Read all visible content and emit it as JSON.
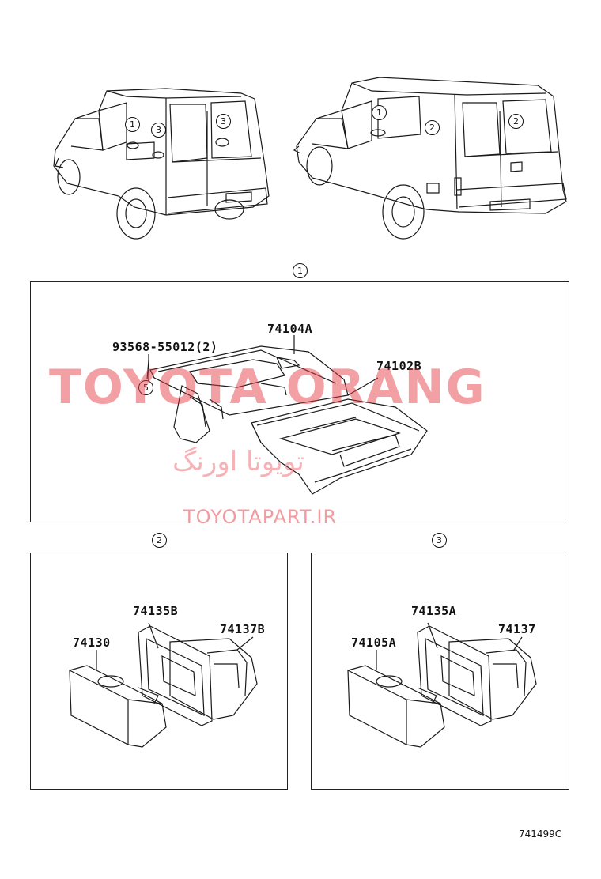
{
  "callouts": {
    "c1": "1",
    "c2": "2",
    "c3": "3",
    "c5": "5"
  },
  "labels": {
    "part_74104A": "74104A",
    "part_74102B": "74102B",
    "part_93568": "93568-55012(2)",
    "part_74135B": "74135B",
    "part_74130": "74130",
    "part_74137B": "74137B",
    "part_74135A": "74135A",
    "part_74105A": "74105A",
    "part_74137": "74137"
  },
  "watermark": {
    "brand": "TOYOTA ORANG",
    "brand_fa": "تویوتا اورنگ",
    "url": "TOYOTAPART.IR"
  },
  "reference": "741499C",
  "colors": {
    "line": "#1a1a1a",
    "watermark": "#e53a43",
    "background": "#ffffff"
  }
}
